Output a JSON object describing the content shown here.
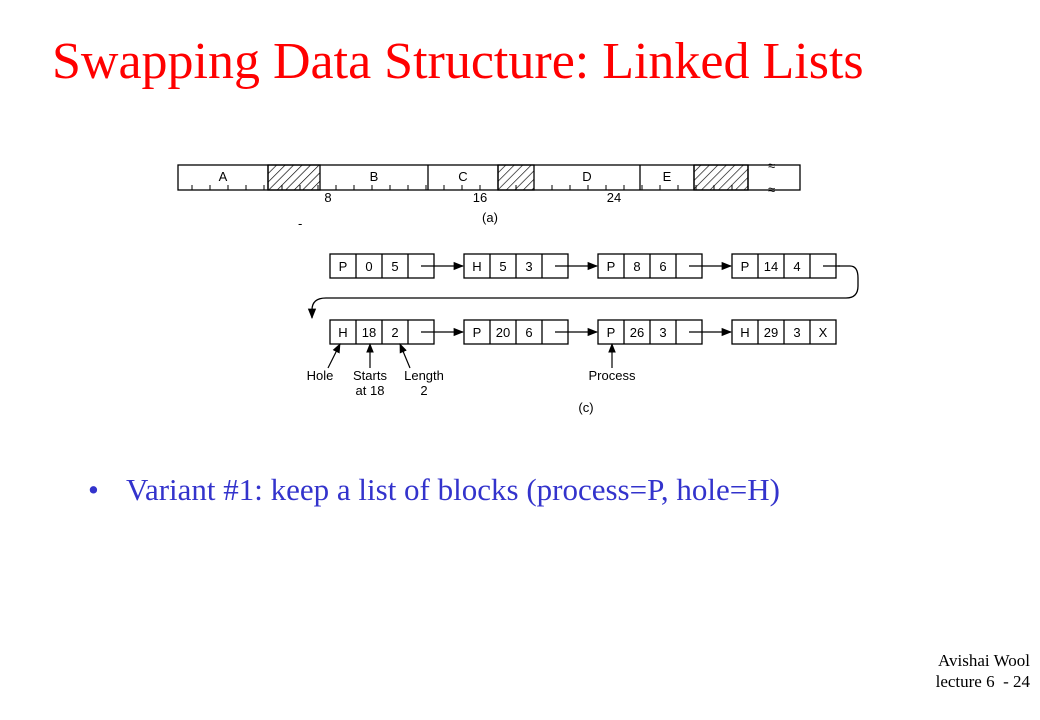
{
  "slide": {
    "title": "Swapping Data Structure: Linked Lists",
    "title_color": "#ff0000",
    "bullet": "Variant #1: keep a list of blocks (process=P, hole=H)",
    "bullet_color": "#3333cc",
    "footer_author": "Avishai Wool",
    "footer_lecture": "lecture 6  - 24"
  },
  "figure_a": {
    "caption": "(a)",
    "segments": [
      {
        "label": "A",
        "kind": "process"
      },
      {
        "label": "",
        "kind": "hole"
      },
      {
        "label": "B",
        "kind": "process"
      },
      {
        "label": "C",
        "kind": "process"
      },
      {
        "label": "",
        "kind": "hole"
      },
      {
        "label": "D",
        "kind": "process"
      },
      {
        "label": "E",
        "kind": "process"
      },
      {
        "label": "",
        "kind": "hole"
      }
    ],
    "tick_labels": [
      "8",
      "16",
      "24"
    ]
  },
  "figure_c": {
    "caption": "(c)",
    "row1": [
      {
        "type": "P",
        "start": "0",
        "length": "5"
      },
      {
        "type": "H",
        "start": "5",
        "length": "3"
      },
      {
        "type": "P",
        "start": "8",
        "length": "6"
      },
      {
        "type": "P",
        "start": "14",
        "length": "4"
      }
    ],
    "row2": [
      {
        "type": "H",
        "start": "18",
        "length": "2"
      },
      {
        "type": "P",
        "start": "20",
        "length": "6"
      },
      {
        "type": "P",
        "start": "26",
        "length": "3"
      },
      {
        "type": "H",
        "start": "29",
        "length": "3",
        "next": "X"
      }
    ],
    "annotations": {
      "hole": "Hole",
      "starts_line1": "Starts",
      "starts_line2": "at 18",
      "length_line1": "Length",
      "length_line2": "2",
      "process": "Process"
    }
  }
}
